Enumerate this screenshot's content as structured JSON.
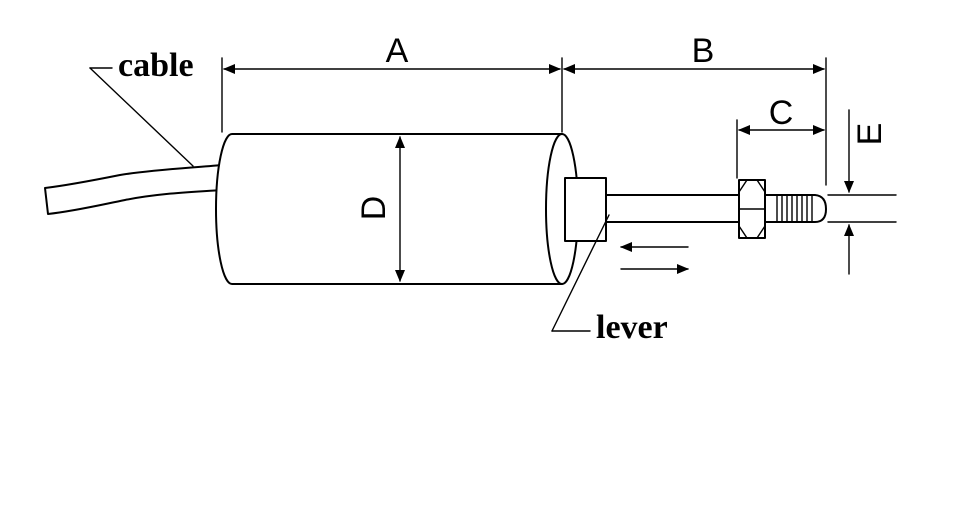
{
  "labels": {
    "cable": "cable",
    "lever": "lever"
  },
  "dimensions": {
    "a": "A",
    "b": "B",
    "c": "C",
    "d": "D",
    "e": "E"
  }
}
